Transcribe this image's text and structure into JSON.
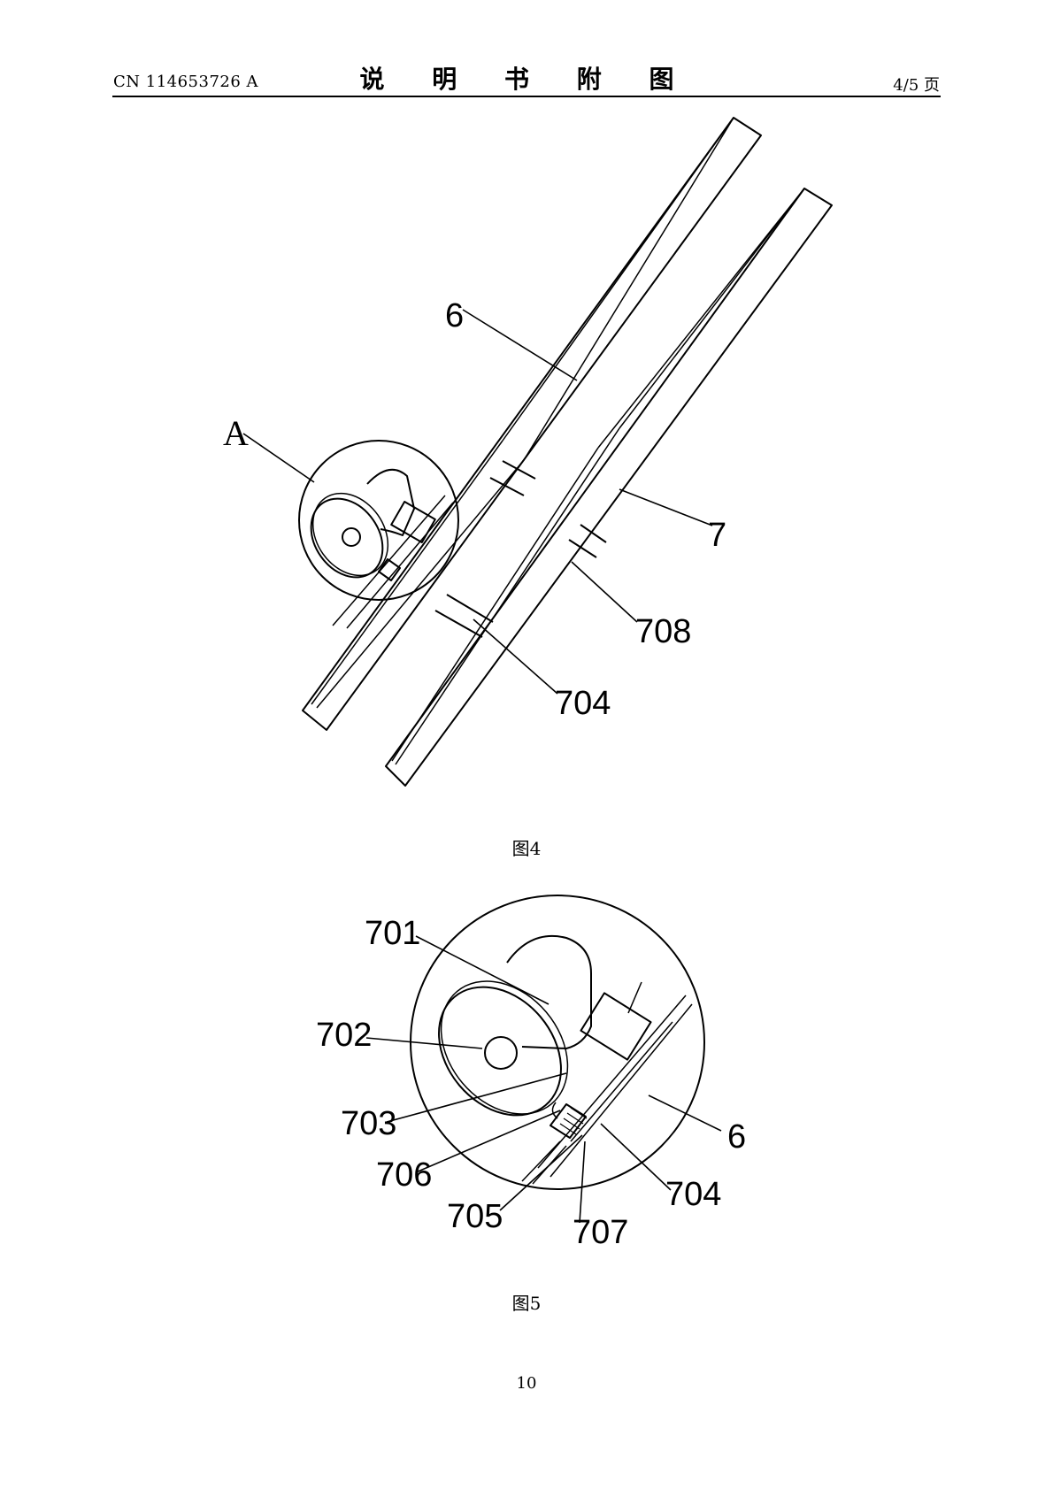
{
  "header": {
    "patent_no": "CN 114653726 A",
    "title": "说 明 书 附 图",
    "page_of": "4/5 页"
  },
  "figure4": {
    "caption": "图4",
    "labels": {
      "l6": "6",
      "lA": "A",
      "l7": "7",
      "l708": "708",
      "l704": "704"
    }
  },
  "figure5": {
    "caption": "图5",
    "labels": {
      "l701": "701",
      "l702": "702",
      "l703": "703",
      "l706": "706",
      "l705": "705",
      "l707": "707",
      "l704": "704",
      "l6": "6"
    }
  },
  "footer": {
    "page_number": "10"
  }
}
